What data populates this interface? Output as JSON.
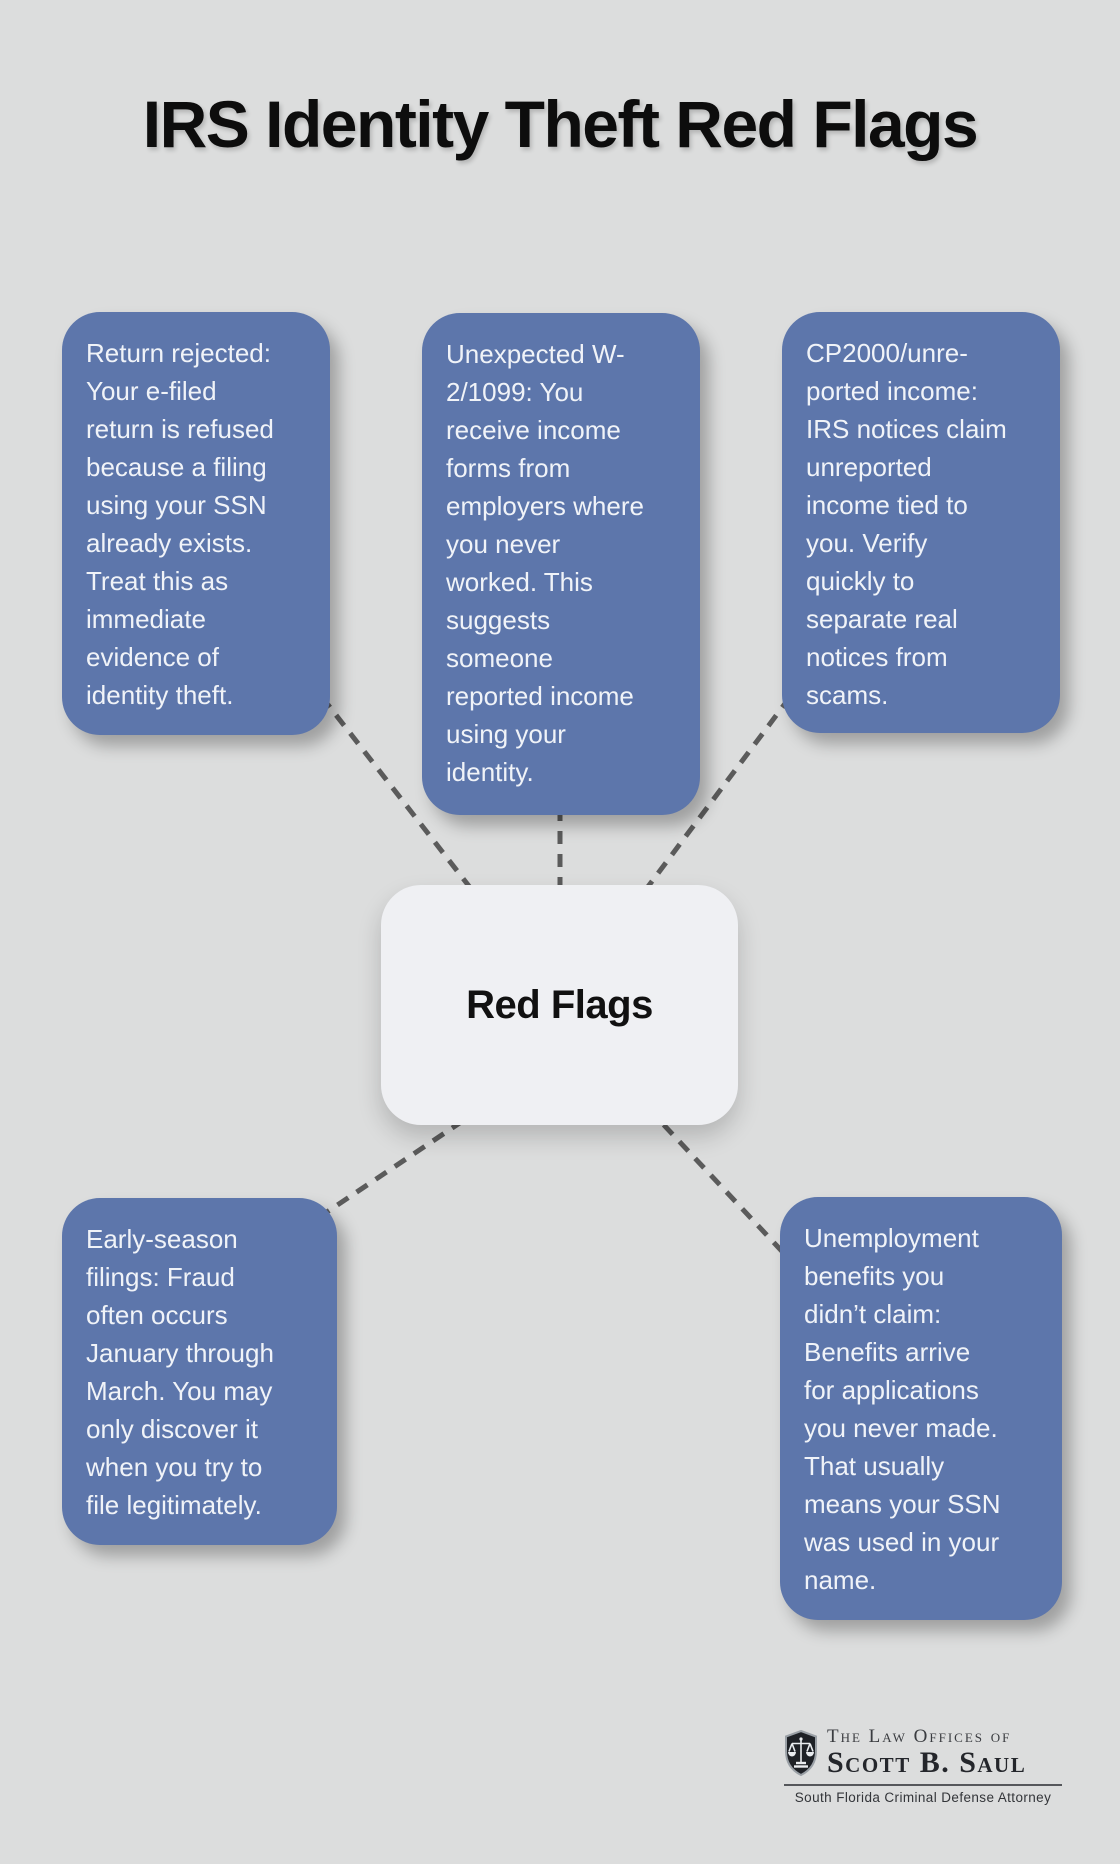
{
  "title": "IRS Identity Theft Red Flags",
  "center_node": {
    "label": "Red Flags"
  },
  "flags": [
    {
      "id": "return-rejected",
      "text": "Return rejected:\nYour e-filed\nreturn is refused\nbecause a filing\nusing your SSN\nalready exists.\nTreat this as\nimmediate\nevidence of\nidentity theft."
    },
    {
      "id": "unexpected-w2-1099",
      "text": "Unexpected W-\n2/1099: You\nreceive income\nforms from\nemployers where\nyou never\nworked. This\nsuggests\nsomeone\nreported income\nusing your\nidentity."
    },
    {
      "id": "cp2000-unreported-income",
      "text": "CP2000/unre-\nported income:\nIRS notices claim\nunreported\nincome tied to\nyou. Verify\nquickly to\nseparate real\nnotices from\nscams."
    },
    {
      "id": "early-season-filings",
      "text": "Early-season\nfilings: Fraud\noften occurs\nJanuary through\nMarch. You may\nonly discover it\nwhen you try to\nfile legitimately."
    },
    {
      "id": "unemployment-benefits",
      "text": "Unemployment\nbenefits you\ndidn’t claim:\nBenefits arrive\nfor applications\nyou never made.\nThat usually\nmeans your SSN\nwas used in your\nname."
    }
  ],
  "logo": {
    "firm_prefix": "The Law Offices of",
    "firm_name": "Scott B. Saul",
    "tagline": "South Florida Criminal Defense Attorney"
  },
  "colors": {
    "background": "#dcdddd",
    "card_blue": "#5d76ab",
    "card_text": "#f0f3f8",
    "center_bg": "#eff0f3",
    "title_text": "#0d0d0d",
    "connector": "#5b5b5b"
  }
}
